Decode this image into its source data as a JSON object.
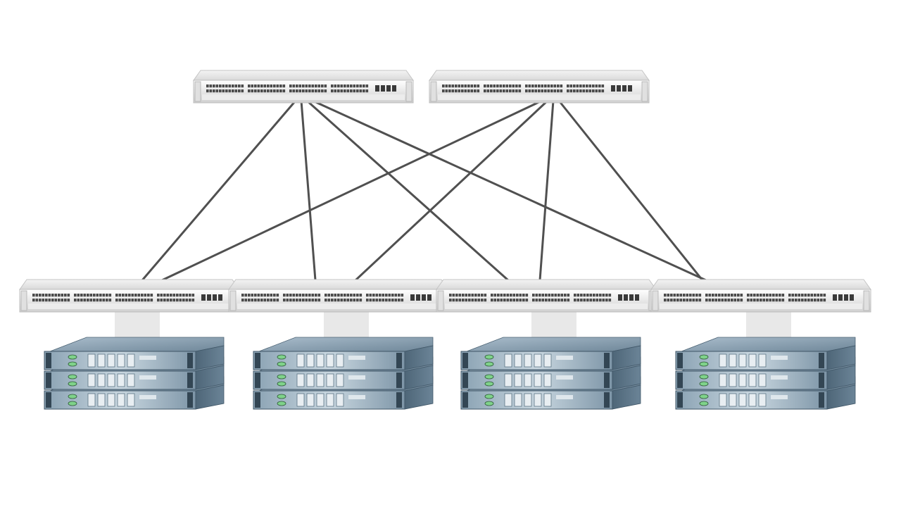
{
  "diagram": {
    "kind": "leaf-spine-topology",
    "spine_switches": [
      {
        "id": "spine-1"
      },
      {
        "id": "spine-2"
      }
    ],
    "leaf_switches": [
      {
        "id": "leaf-1"
      },
      {
        "id": "leaf-2"
      },
      {
        "id": "leaf-3"
      },
      {
        "id": "leaf-4"
      }
    ],
    "server_stacks": [
      {
        "leaf": "leaf-1",
        "servers": 3
      },
      {
        "leaf": "leaf-2",
        "servers": 3
      },
      {
        "leaf": "leaf-3",
        "servers": 3
      },
      {
        "leaf": "leaf-4",
        "servers": 3
      }
    ],
    "links": [
      {
        "from": "spine-1",
        "to": "leaf-1"
      },
      {
        "from": "spine-1",
        "to": "leaf-2"
      },
      {
        "from": "spine-1",
        "to": "leaf-3"
      },
      {
        "from": "spine-1",
        "to": "leaf-4"
      },
      {
        "from": "spine-2",
        "to": "leaf-1"
      },
      {
        "from": "spine-2",
        "to": "leaf-2"
      },
      {
        "from": "spine-2",
        "to": "leaf-3"
      },
      {
        "from": "spine-2",
        "to": "leaf-4"
      }
    ],
    "colors": {
      "cable": "#505050",
      "switch_body": "#e6e6e6",
      "server_body": "#6f8799",
      "server_led": "#7fd28a"
    }
  }
}
